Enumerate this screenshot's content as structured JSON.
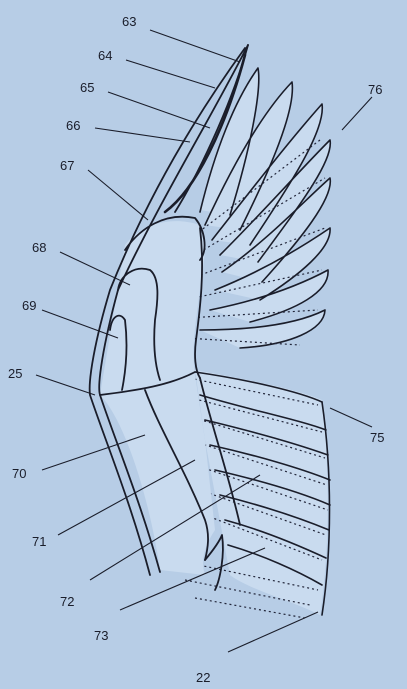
{
  "labels": {
    "l63": "63",
    "l64": "64",
    "l65": "65",
    "l66": "66",
    "l67": "67",
    "l68": "68",
    "l69": "69",
    "l25": "25",
    "l70": "70",
    "l71": "71",
    "l72": "72",
    "l73": "73",
    "l22": "22",
    "l75": "75",
    "l76": "76"
  },
  "colors": {
    "background": "#b7cde6",
    "ink": "#1a1d2a"
  }
}
